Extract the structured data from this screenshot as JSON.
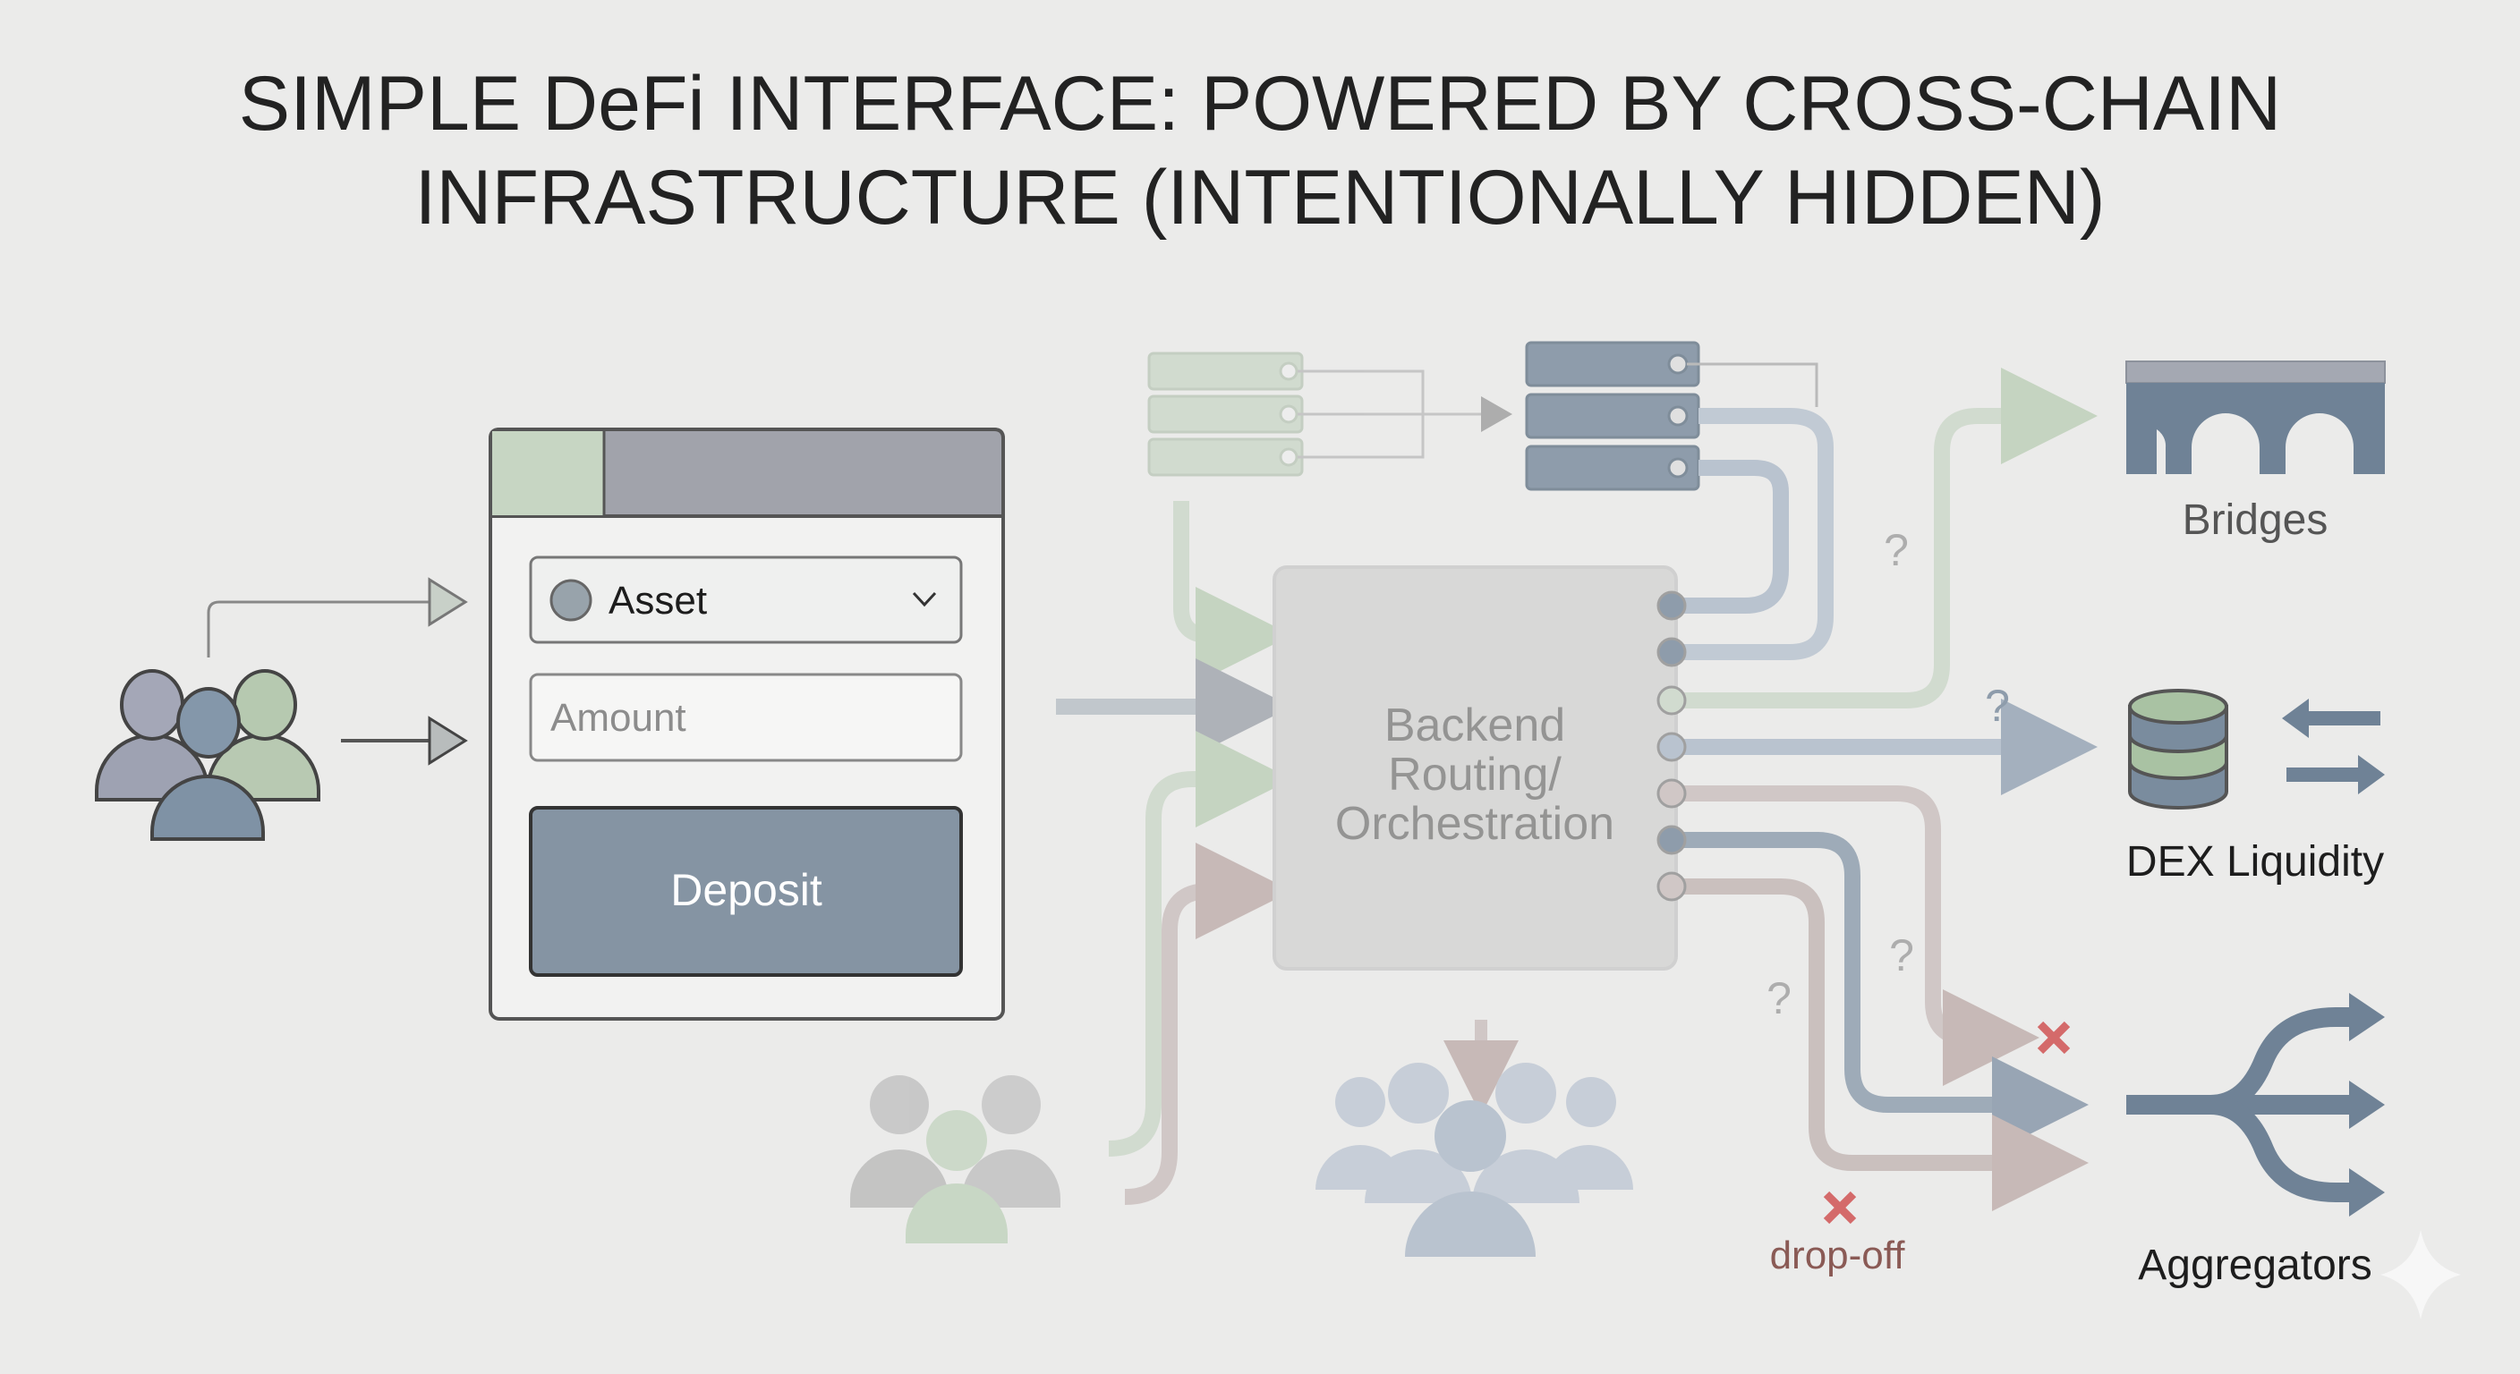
{
  "title": {
    "line1": "SIMPLE DeFi INTERFACE: POWERED BY CROSS-CHAIN",
    "line2": "INFRASTRUCTURE (INTENTIONALLY HIDDEN)"
  },
  "form": {
    "asset_label": "Asset",
    "amount_placeholder": "Amount",
    "deposit_label": "Deposit"
  },
  "backend": {
    "line1": "Backend",
    "line2": "Routing/",
    "line3": "Orchestration"
  },
  "destinations": {
    "bridges": "Bridges",
    "dex": "DEX Liquidity",
    "aggregators": "Aggregators"
  },
  "annotations": {
    "unknown": "?",
    "drop_off": "drop-off"
  },
  "colors": {
    "background": "#ebebea",
    "blue": "#6f8296",
    "green": "#a9c2a3",
    "brown": "#a89694",
    "red": "#d46a6a",
    "dark": "#2b2b2b"
  }
}
